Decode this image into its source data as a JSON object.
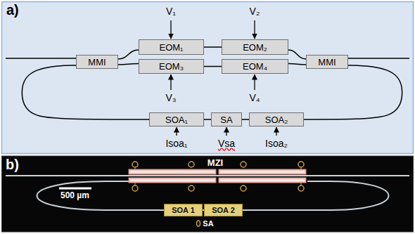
{
  "diagram": {
    "nodes": [
      {
        "text": [
          "MMI"
        ]
      },
      {
        "text": [
          "EOM₁"
        ]
      },
      {
        "text": [
          "EOM₂"
        ]
      },
      {
        "text": [
          "MMI"
        ]
      },
      {
        "text": [
          "EOM₃"
        ]
      },
      {
        "text": [
          "EOM₄"
        ]
      },
      {
        "text": [
          "SOA₁"
        ]
      },
      {
        "text": [
          "SA"
        ]
      },
      {
        "text": [
          "SOA₂"
        ]
      },
      {
        "text": [
          "SOA 1"
        ]
      },
      {
        "text": [
          "SOA 2"
        ]
      }
    ],
    "edges": [
      {
        "from": 0,
        "to": 1,
        "arrow": "none"
      },
      {
        "from": 1,
        "to": 2,
        "arrow": "none"
      },
      {
        "from": 2,
        "to": 3,
        "arrow": "none"
      },
      {
        "from": 0,
        "to": 4,
        "arrow": "none"
      },
      {
        "from": 4,
        "to": 5,
        "arrow": "none"
      },
      {
        "from": 5,
        "to": 3,
        "arrow": "none"
      },
      {
        "from": 3,
        "to": 8,
        "arrow": "none"
      },
      {
        "from": 8,
        "to": 7,
        "arrow": "none"
      },
      {
        "from": 7,
        "to": 6,
        "arrow": "none"
      },
      {
        "from": 6,
        "to": 0,
        "arrow": "none"
      }
    ],
    "labels": [
      "a)",
      "V₁",
      "V₂",
      "V₃",
      "V₄",
      "Isoa₁",
      "Vsa",
      "Isoa₂",
      "b)",
      "MZI",
      "500 µm",
      "SA"
    ]
  }
}
